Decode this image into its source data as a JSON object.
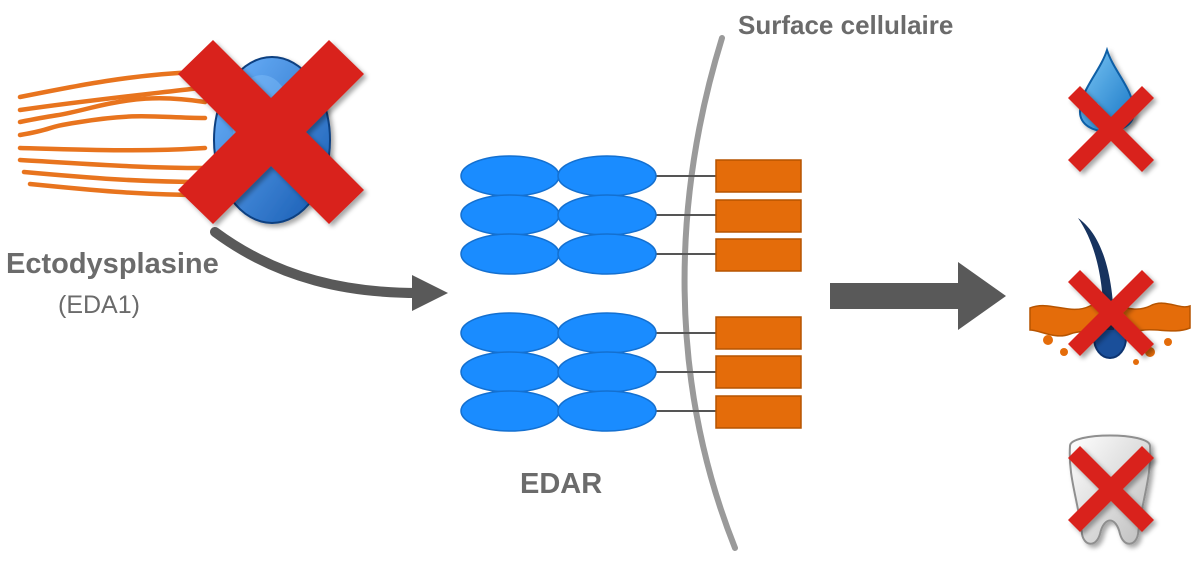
{
  "labels": {
    "cell_surface": "Surface cellulaire",
    "ligand_name": "Ectodysplasine",
    "ligand_code": "(EDA1)",
    "receptor": "EDAR"
  },
  "receptor_groups": [
    {
      "units": 3
    },
    {
      "units": 3
    }
  ],
  "outcomes": [
    {
      "icon": "sweat-drop-icon",
      "blocked": true
    },
    {
      "icon": "hair-follicle-icon",
      "blocked": true
    },
    {
      "icon": "tooth-icon",
      "blocked": true
    }
  ],
  "colors": {
    "ligand_strands": "#e8741e",
    "ligand_core": "#1f5fae",
    "receptor_ovals": "#1a8cff",
    "receptor_blocks": "#e46c0a",
    "membrane": "#9a9a9a",
    "arrows": "#595959",
    "cross": "#d9241c",
    "text": "#6b6b6b"
  }
}
